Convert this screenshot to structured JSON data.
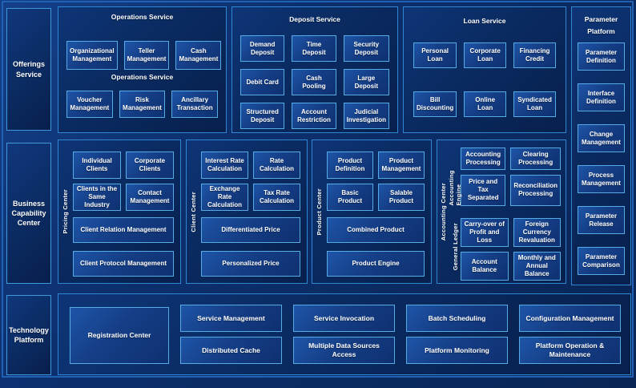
{
  "colors": {
    "background": "#0b2d6a",
    "panel_fill": "#0a2a60",
    "panel_border": "#2f86d2",
    "box_fill": "#143e87",
    "box_border": "#55ace4",
    "frame_border": "#2061b4",
    "text": "#ffffff"
  },
  "rail": {
    "offerings": "Offerings Service",
    "business_capability": "Business Capability Center",
    "technology": "Technology Platform"
  },
  "operations": {
    "title": "Operations Service",
    "mid_label": "Operations Service",
    "row1": [
      "Organizational Management",
      "Teller Management",
      "Cash Management"
    ],
    "row2": [
      "Voucher Management",
      "Risk Management",
      "Ancillary Transaction"
    ]
  },
  "deposit": {
    "title": "Deposit Service",
    "items": [
      "Demand Deposit",
      "Time Deposit",
      "Security Deposit",
      "Debit Card",
      "Cash Pooling",
      "Large Deposit",
      "Structured Deposit",
      "Account Restriction",
      "Judicial Investigation"
    ]
  },
  "loan": {
    "title": "Loan Service",
    "items": [
      "Personal Loan",
      "Corporate Loan",
      "Financing Credit",
      "Bill Discounting",
      "Online Loan",
      "Syndicated Loan"
    ]
  },
  "parameter": {
    "title": "Parameter Platform",
    "items": [
      "Parameter Definition",
      "Interface Definition",
      "Change Management",
      "Process Management",
      "Parameter Release",
      "Parameter Comparison"
    ]
  },
  "pricing": {
    "side_label": "Pricing Center",
    "small": [
      "Individual Clients",
      "Corporate Clients",
      "Clients in the Same Industry",
      "Contact Management"
    ],
    "wide": [
      "Client Relation Management",
      "Client Protocol Management"
    ]
  },
  "client": {
    "side_label": "Client Center",
    "small": [
      "Interest Rate Calculation",
      "Rate Calculation",
      "Exchange Rate Calculation",
      "Tax Rate Calculation"
    ],
    "wide": [
      "Differentiated Price",
      "Personalized Price"
    ]
  },
  "product": {
    "side_label": "Product Center",
    "small": [
      "Product Definition",
      "Product Management",
      "Basic Product",
      "Salable Product"
    ],
    "wide": [
      "Combined Product",
      "Product Engine"
    ]
  },
  "accounting": {
    "side_label": "Accounting Center",
    "engine": {
      "label": "Accounting Engine",
      "items": [
        "Accounting Processing",
        "Clearing Processing",
        "Price and Tax Separated",
        "Reconciliation Processing"
      ]
    },
    "ledger": {
      "label": "General Ledger",
      "items": [
        "Carry-over of Profit and Loss",
        "Foreign Currency Revaluation",
        "Account Balance",
        "Monthly and Annual Balance"
      ]
    }
  },
  "bottom": {
    "registration": "Registration Center",
    "grid": [
      "Service Management",
      "Service Invocation",
      "Batch Scheduling",
      "Configuration Management",
      "Distributed Cache",
      "Multiple Data Sources Access",
      "Platform Monitoring",
      "Platform Operation & Maintenance"
    ]
  }
}
